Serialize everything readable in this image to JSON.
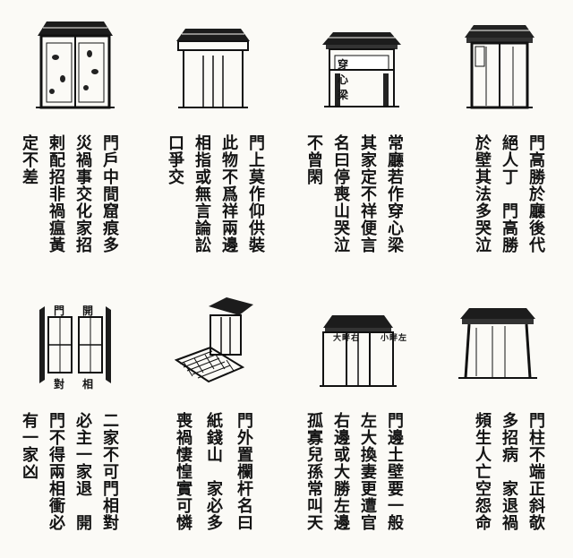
{
  "panels": [
    {
      "id": "top-1",
      "columns": [
        "門高勝於廳後代",
        "絕人丁　門高勝",
        "於壁其法多哭泣"
      ],
      "labels": []
    },
    {
      "id": "top-2",
      "columns": [
        "常廳若作穿心梁",
        "其家定不祥便言",
        "名曰停喪山哭泣",
        "不曾閑"
      ],
      "labels": [
        "穿心梁"
      ]
    },
    {
      "id": "top-3",
      "columns": [
        "門上莫作仰供裝",
        "此物不爲祥兩邊",
        "相指或無言論訟",
        "口爭交"
      ],
      "labels": []
    },
    {
      "id": "top-4",
      "columns": [
        "門戶中間窟痕多",
        "災禍事交化家招",
        "剌配招非禍瘟黃",
        "定不差"
      ],
      "labels": []
    },
    {
      "id": "bottom-1",
      "columns": [
        "門柱不端正斜欹",
        "多招病　家退禍",
        "頻生人亡空怨命"
      ],
      "labels": []
    },
    {
      "id": "bottom-2",
      "columns": [
        "門邊土壁要一般",
        "左大換妻更遭官",
        "右邊或大勝左邊",
        "孤寡兒孫常叫天"
      ],
      "labels": [
        "左畔小",
        "右畔大"
      ]
    },
    {
      "id": "bottom-3",
      "columns": [
        "門外置欄杆名曰",
        "紙錢山　家必多",
        "喪禍悽惶實可憐"
      ],
      "labels": []
    },
    {
      "id": "bottom-4",
      "columns": [
        "二家不可門相對",
        "必主一家退　開",
        "門不得兩相衝必",
        "有一家凶"
      ],
      "labels": [
        "門",
        "開",
        "相",
        "對"
      ]
    }
  ]
}
